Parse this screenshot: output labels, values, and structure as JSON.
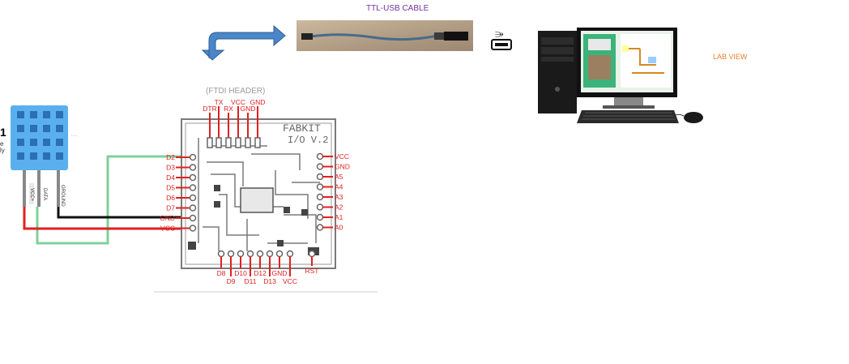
{
  "labels": {
    "cable": "TTL-USB CABLE",
    "labview": "LAB VIEW",
    "ftdi_header": "(FTDI HEADER)",
    "board_title_1": "FABKIT",
    "board_title_2": "I/O V.2"
  },
  "sensor": {
    "pins": [
      "VCC+",
      "DATA",
      "GROUND"
    ],
    "side_text": [
      "1",
      "e",
      "ly"
    ]
  },
  "ftdi_pins": [
    "DTR",
    "TX",
    "RX",
    "VCC",
    "GND",
    "GND"
  ],
  "left_pins": [
    "D2",
    "D3",
    "D4",
    "D5",
    "D6",
    "D7",
    "GND",
    "VCC"
  ],
  "right_pins": [
    "VCC",
    "GND",
    "A5",
    "A4",
    "A3",
    "A2",
    "A1",
    "A0"
  ],
  "bottom_pins": [
    "D8",
    "D9",
    "D10",
    "D11",
    "D12",
    "D13",
    "GND",
    "VCC",
    "RST"
  ],
  "colors": {
    "pin_red": "#e02020",
    "wire_green": "#7ed09a",
    "wire_black": "#111111",
    "wire_red": "#e02020",
    "arrow_blue": "#4a86c8",
    "sensor_blue": "#5ab0ee",
    "cable_label": "#7030a0",
    "labview_label": "#ed7d31"
  },
  "icons": [
    "usb-icon",
    "arrow-icon",
    "desktop-computer-icon",
    "cable-photo"
  ]
}
